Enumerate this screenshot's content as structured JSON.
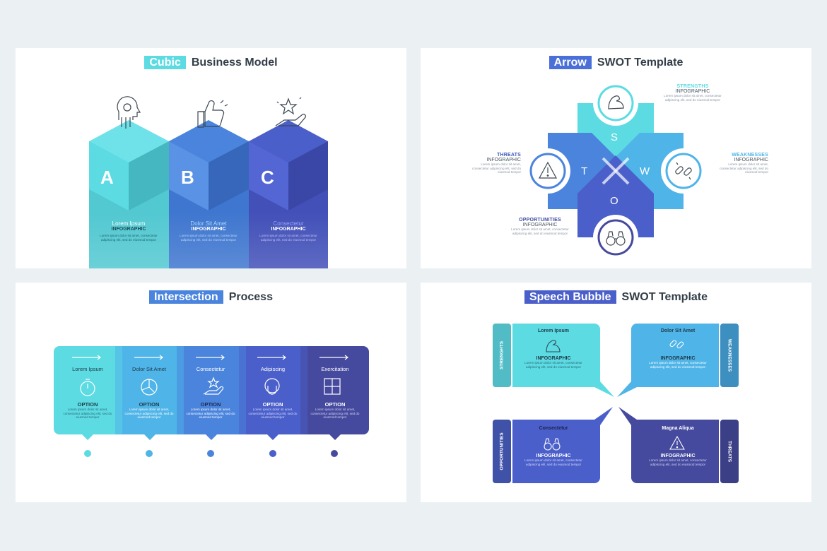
{
  "colors": {
    "background": "#ebf0f3",
    "c1": "#5ddbe3",
    "c2": "#4fb4e8",
    "c3": "#4a84dd",
    "c4": "#4a5fc9",
    "c5": "#464a9e",
    "text_dark": "#333e48"
  },
  "lorem_text": "Lorem ipsum dolor sit amet, consectetur adipiscing elit, sed do eiusmod tempor",
  "cubic": {
    "title_highlight": "Cubic",
    "title_rest": "Business Model",
    "blocks": [
      {
        "letter": "A",
        "name": "Lorem Ipsum",
        "sub": "INFOGRAPHIC",
        "icon": "head-gears-icon",
        "color": "#5ddbe3"
      },
      {
        "letter": "B",
        "name": "Dolor Sit Amet",
        "sub": "INFOGRAPHIC",
        "icon": "thumbs-up-icon",
        "color": "#4a84dd"
      },
      {
        "letter": "C",
        "name": "Consectetur",
        "sub": "INFOGRAPHIC",
        "icon": "hand-star-icon",
        "color": "#4a5fc9"
      }
    ]
  },
  "arrow_swot": {
    "title_highlight": "Arrow",
    "title_rest": "SWOT Template",
    "letters": {
      "s": "S",
      "w": "W",
      "o": "O",
      "t": "T"
    },
    "strengths": {
      "head": "STRENGTHS",
      "sub": "INFOGRAPHIC"
    },
    "weaknesses": {
      "head": "WEAKNESSES",
      "sub": "INFOGRAPHIC"
    },
    "threats": {
      "head": "THREATS",
      "sub": "INFOGRAPHIC"
    },
    "opportunities": {
      "head": "OPPORTUNITIES",
      "sub": "INFOGRAPHIC"
    }
  },
  "intersection": {
    "title_highlight": "Intersection",
    "title_rest": "Process",
    "steps": [
      {
        "name": "Lorem Ipsum",
        "option": "OPTION",
        "icon": "stopwatch-icon",
        "color": "#5ddbe3"
      },
      {
        "name": "Dolor Sit Amet",
        "option": "OPTION",
        "icon": "pie-chart-icon",
        "color": "#4fb4e8"
      },
      {
        "name": "Consectetur",
        "option": "OPTION",
        "icon": "hand-star-icon",
        "color": "#4a84dd"
      },
      {
        "name": "Adipiscing",
        "option": "OPTION",
        "icon": "magnet-gear-icon",
        "color": "#4a5fc9"
      },
      {
        "name": "Exercitation",
        "option": "OPTION",
        "icon": "puzzle-icon",
        "color": "#464a9e"
      }
    ]
  },
  "speech_swot": {
    "title_highlight": "Speech Bubble",
    "title_rest": "SWOT Template",
    "bubbles": [
      {
        "name": "Lorem Ipsum",
        "sub": "INFOGRAPHIC",
        "side_label": "STRENGHTS",
        "icon": "arm-muscle-icon",
        "color": "#5ddbe3"
      },
      {
        "name": "Dolor Sit Amet",
        "sub": "INFOGRAPHIC",
        "side_label": "WEAKNESSES",
        "icon": "broken-chain-icon",
        "color": "#4fb4e8"
      },
      {
        "name": "Consectetur",
        "sub": "INFOGRAPHIC",
        "side_label": "OPPORTUNITIES",
        "icon": "binoculars-icon",
        "color": "#4a5fc9"
      },
      {
        "name": "Magna Aliqua",
        "sub": "INFOGRAPHIC",
        "side_label": "THREATS",
        "icon": "warning-icon",
        "color": "#464a9e"
      }
    ]
  }
}
